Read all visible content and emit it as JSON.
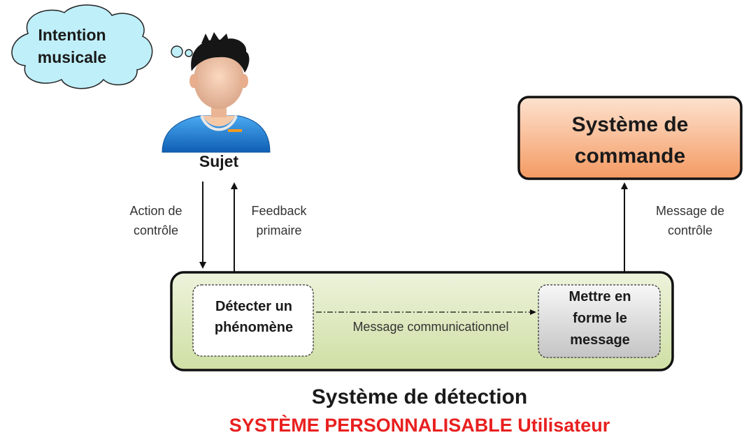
{
  "thought_bubble": {
    "text": "Intention\nmusicale"
  },
  "subject": {
    "label": "Sujet"
  },
  "arrows": {
    "action": "Action de\ncontrôle",
    "feedback": "Feedback\nprimaire",
    "control_message": "Message de\ncontrôle",
    "communication": "Message communicationnel"
  },
  "command_system": {
    "label": "Système de\ncommande"
  },
  "detection_box": {
    "detect": "Détecter un\nphénomène",
    "format": "Mettre en\nforme le\nmessage"
  },
  "footer": {
    "title": "Système de détection",
    "subtitle": "SYSTÈME PERSONNALISABLE  Utilisateur"
  },
  "colors": {
    "cloud_fill": "#bfeff9",
    "command_fill": "#f7b489",
    "detection_fill": "#dfeac2",
    "subtitle_red": "#e8201f",
    "shirt_blue": "#1f7fd6"
  }
}
